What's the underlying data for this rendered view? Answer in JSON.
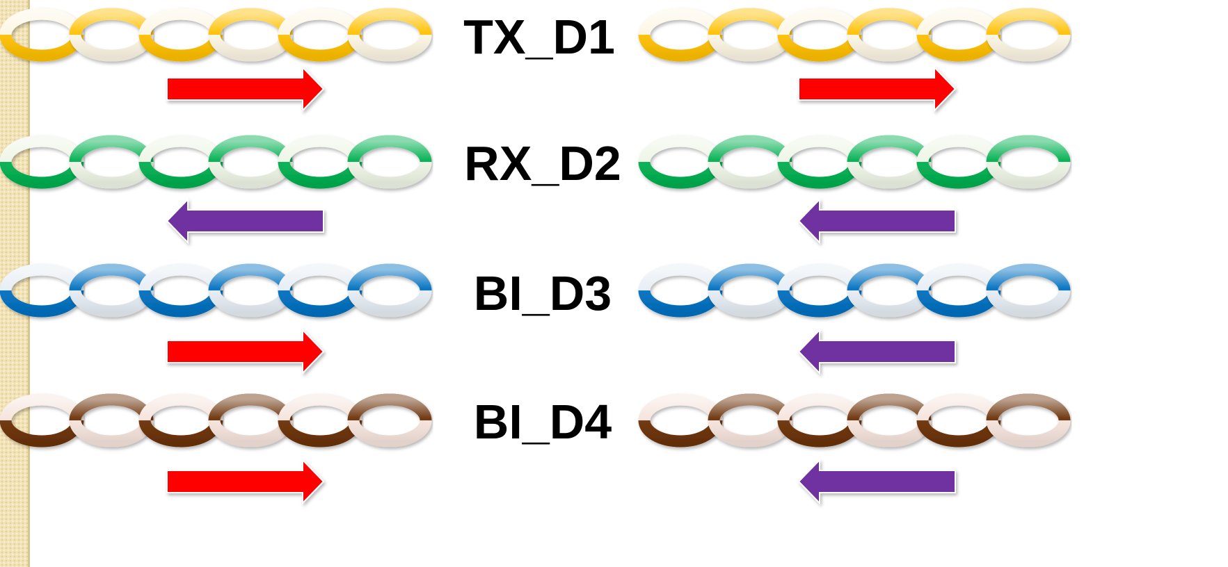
{
  "pairs": [
    {
      "label": "TX_D1",
      "color": "#ffc000",
      "light": "#fdf6e4",
      "left_arrow": "right",
      "right_arrow": "right"
    },
    {
      "label": "RX_D2",
      "color": "#00b050",
      "light": "#eef5e6",
      "left_arrow": "left",
      "right_arrow": "left"
    },
    {
      "label": "BI_D3",
      "color": "#0070c0",
      "light": "#e6edf4",
      "left_arrow": "right",
      "right_arrow": "left"
    },
    {
      "label": "BI_D4",
      "color": "#6b3107",
      "light": "#f5e4dc",
      "left_arrow": "right",
      "right_arrow": "left"
    }
  ],
  "arrow_colors": {
    "right": "#ff0000",
    "left": "#7030a0"
  }
}
